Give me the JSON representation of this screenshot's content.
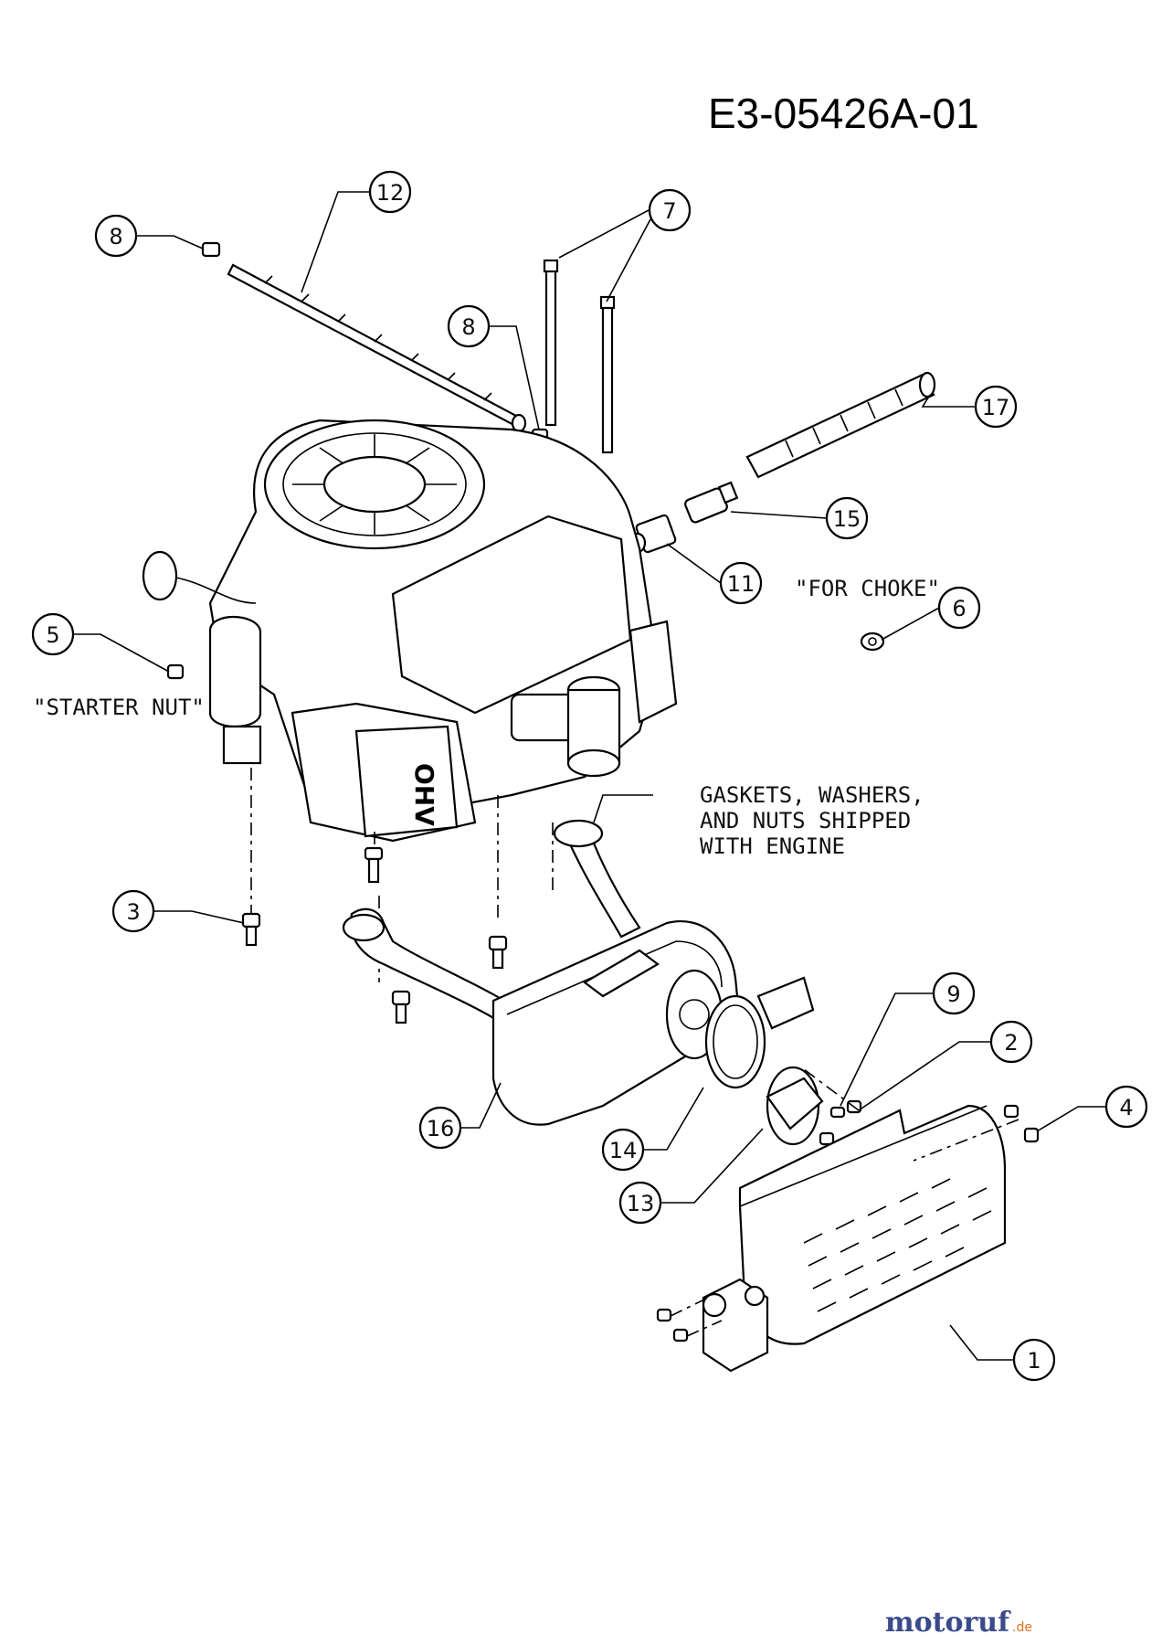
{
  "drawing_number": "E3-05426A-01",
  "notes": {
    "starter_nut": "\"STARTER NUT\"",
    "for_choke": "\"FOR CHOKE\"",
    "gaskets_line1": "GASKETS, WASHERS,",
    "gaskets_line2": "AND NUTS SHIPPED",
    "gaskets_line3": "WITH ENGINE"
  },
  "engine_badge": "OHV",
  "callouts": {
    "c1": "1",
    "c2": "2",
    "c3": "3",
    "c4": "4",
    "c5": "5",
    "c6": "6",
    "c7": "7",
    "c8a": "8",
    "c8b": "8",
    "c9": "9",
    "c11": "11",
    "c12": "12",
    "c13": "13",
    "c14": "14",
    "c15": "15",
    "c16": "16",
    "c17": "17"
  },
  "watermark": {
    "brand": "motoruf",
    "suffix": ".de",
    "color_main": "#3a4a8a",
    "color_accent": "#e07020"
  }
}
